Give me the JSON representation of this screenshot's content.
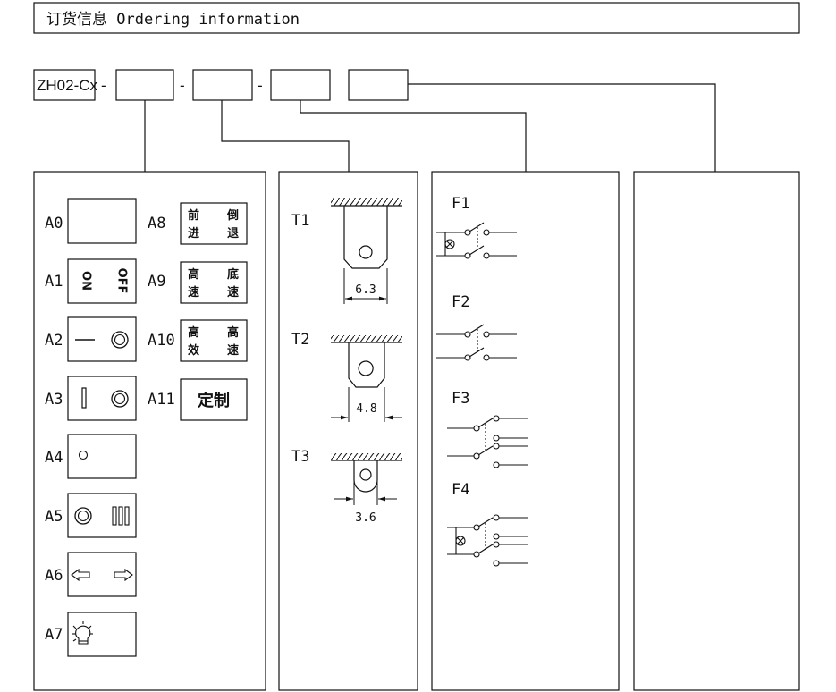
{
  "title": "订货信息   Ordering information",
  "model": {
    "prefix": "ZH02-Cx",
    "separators": [
      "-",
      "-",
      "-"
    ]
  },
  "actuators": [
    {
      "code": "A0"
    },
    {
      "code": "A1",
      "left": "ON",
      "right": "OFF"
    },
    {
      "code": "A2"
    },
    {
      "code": "A3"
    },
    {
      "code": "A4"
    },
    {
      "code": "A5"
    },
    {
      "code": "A6"
    },
    {
      "code": "A7"
    },
    {
      "code": "A8",
      "chars": [
        "前",
        "倒",
        "进",
        "退"
      ]
    },
    {
      "code": "A9",
      "chars": [
        "高",
        "底",
        "速",
        "速"
      ]
    },
    {
      "code": "A10",
      "chars": [
        "高",
        "高",
        "效",
        "速"
      ]
    },
    {
      "code": "A11",
      "text": "定制"
    }
  ],
  "terminals": [
    {
      "code": "T1",
      "dim": "6.3"
    },
    {
      "code": "T2",
      "dim": "4.8"
    },
    {
      "code": "T3",
      "dim": "3.6"
    }
  ],
  "functions": [
    {
      "code": "F1"
    },
    {
      "code": "F2"
    },
    {
      "code": "F3"
    },
    {
      "code": "F4"
    }
  ]
}
